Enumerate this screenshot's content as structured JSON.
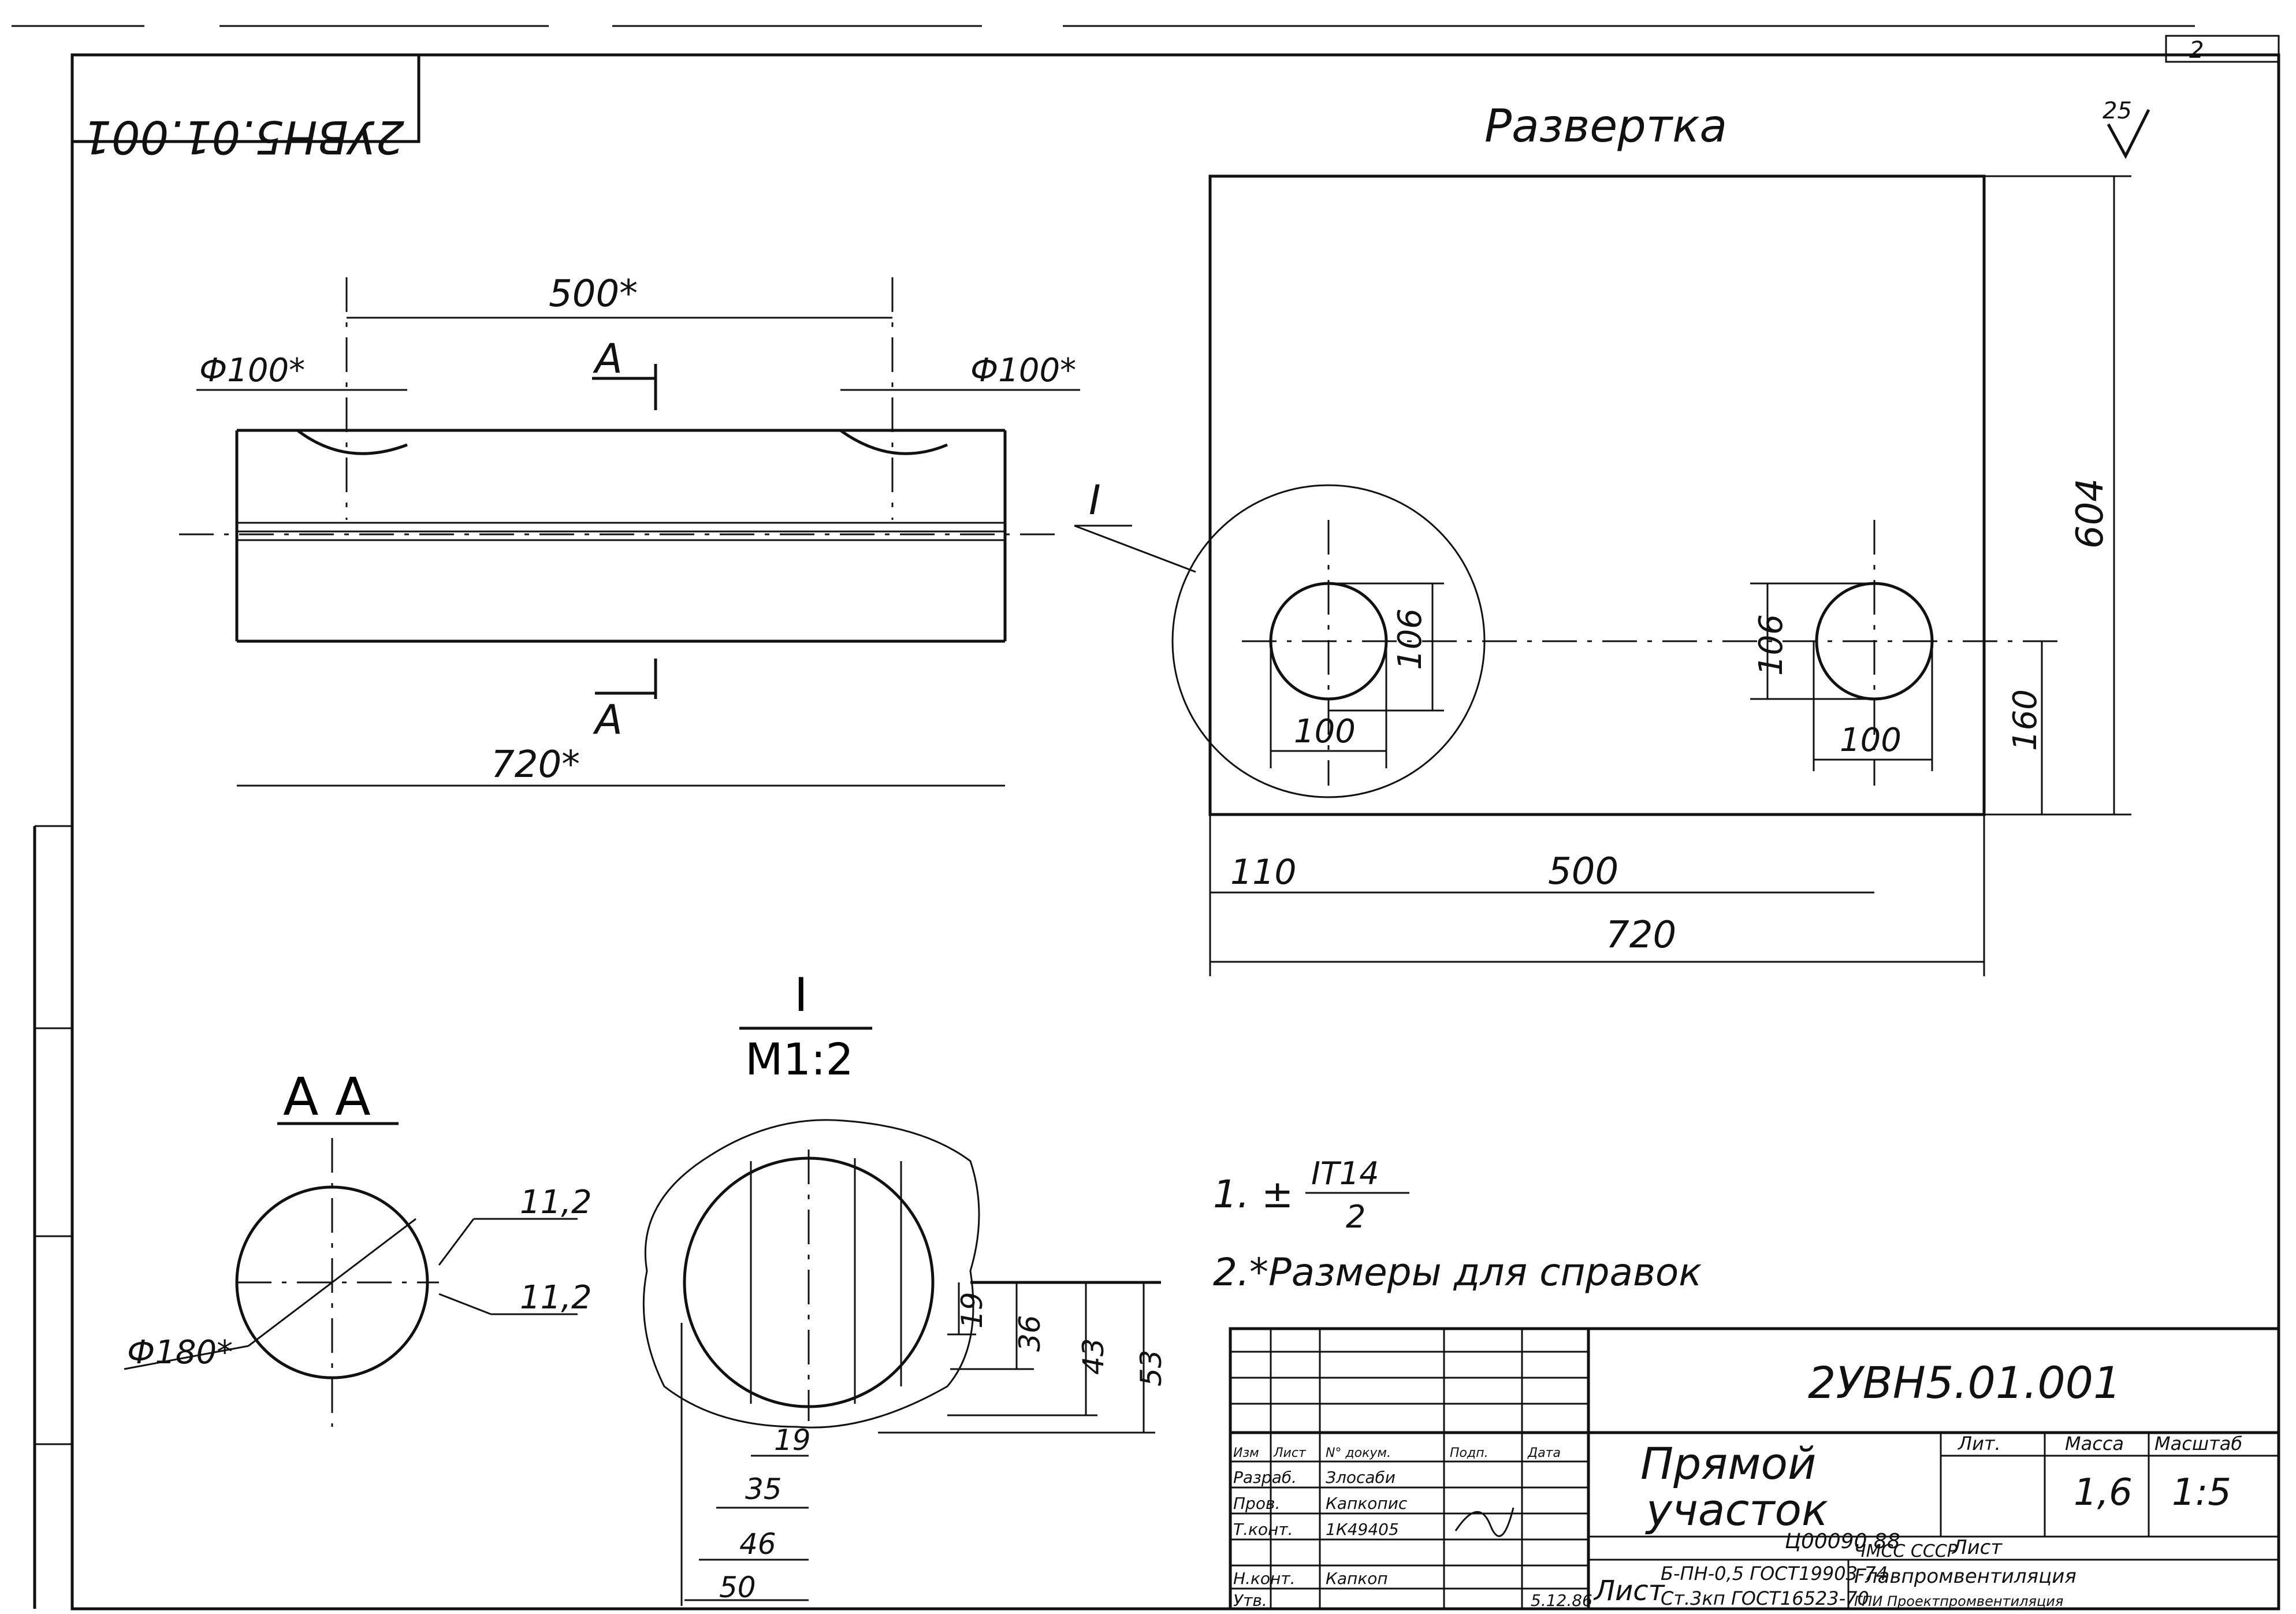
{
  "drawing": {
    "designation": "2УВН5.01.001",
    "designation_mirrored": "2УВН5.01.001",
    "sheet_corner": "2",
    "roughness": "25",
    "razvertka_title": "Развертка",
    "main_view": {
      "top_dim": "500*",
      "left_hole": "Ф100*",
      "right_hole": "Ф100*",
      "section_mark": "А",
      "length": "720*"
    },
    "development": {
      "height": "604",
      "hole_left_v": "106",
      "hole_left_h": "100",
      "hole_right_v": "106",
      "hole_right_h": "100",
      "offset_v": "160",
      "offset_h": "110",
      "spacing": "500",
      "width": "720",
      "detail_callout": "I"
    },
    "section_aa": {
      "title": "А А",
      "diameter": "Ф180*",
      "dim_a": "11,2",
      "dim_b": "11,2"
    },
    "detail": {
      "label": "I",
      "scale": "М1:2",
      "d19": "19",
      "d36": "36",
      "d43": "43",
      "d53": "53",
      "b19": "19",
      "b35": "35",
      "b46": "46",
      "b50": "50"
    },
    "notes": {
      "n1_prefix": "1. ±",
      "n1_num": "IT14",
      "n1_den": "2",
      "n2": "2.*Размеры для справок"
    },
    "title_block": {
      "name_line1": "Прямой",
      "name_line2": "участок",
      "code": "Ц00090 88",
      "col_lit": "Лит.",
      "col_mass": "Масса",
      "col_scale": "Масштаб",
      "mass": "1,6",
      "scale": "1:5",
      "sheet_label": "Лист",
      "material_prefix": "Лист",
      "material_1": "Б-ПН-0,5 ГОСТ19903-74",
      "material_2": "Ст.3кп ГОСТ16523-70",
      "org_1": "ЧМСС СССР",
      "org_2": "Главпромвентиляция",
      "org_3": "ГПИ Проектпромвентиляция",
      "sig_head": [
        "Изм",
        "Лист",
        "N° докум.",
        "Подп.",
        "Дата"
      ],
      "sig_rows": [
        [
          "Разраб.",
          "Злосаби"
        ],
        [
          "Пров.",
          "Капкопис"
        ],
        [
          "Т.конт.",
          "1К49405"
        ],
        [
          "Н.конт.",
          "Капкоп"
        ],
        [
          "Утв.",
          ""
        ]
      ],
      "sig_date": "5.12.86"
    }
  }
}
